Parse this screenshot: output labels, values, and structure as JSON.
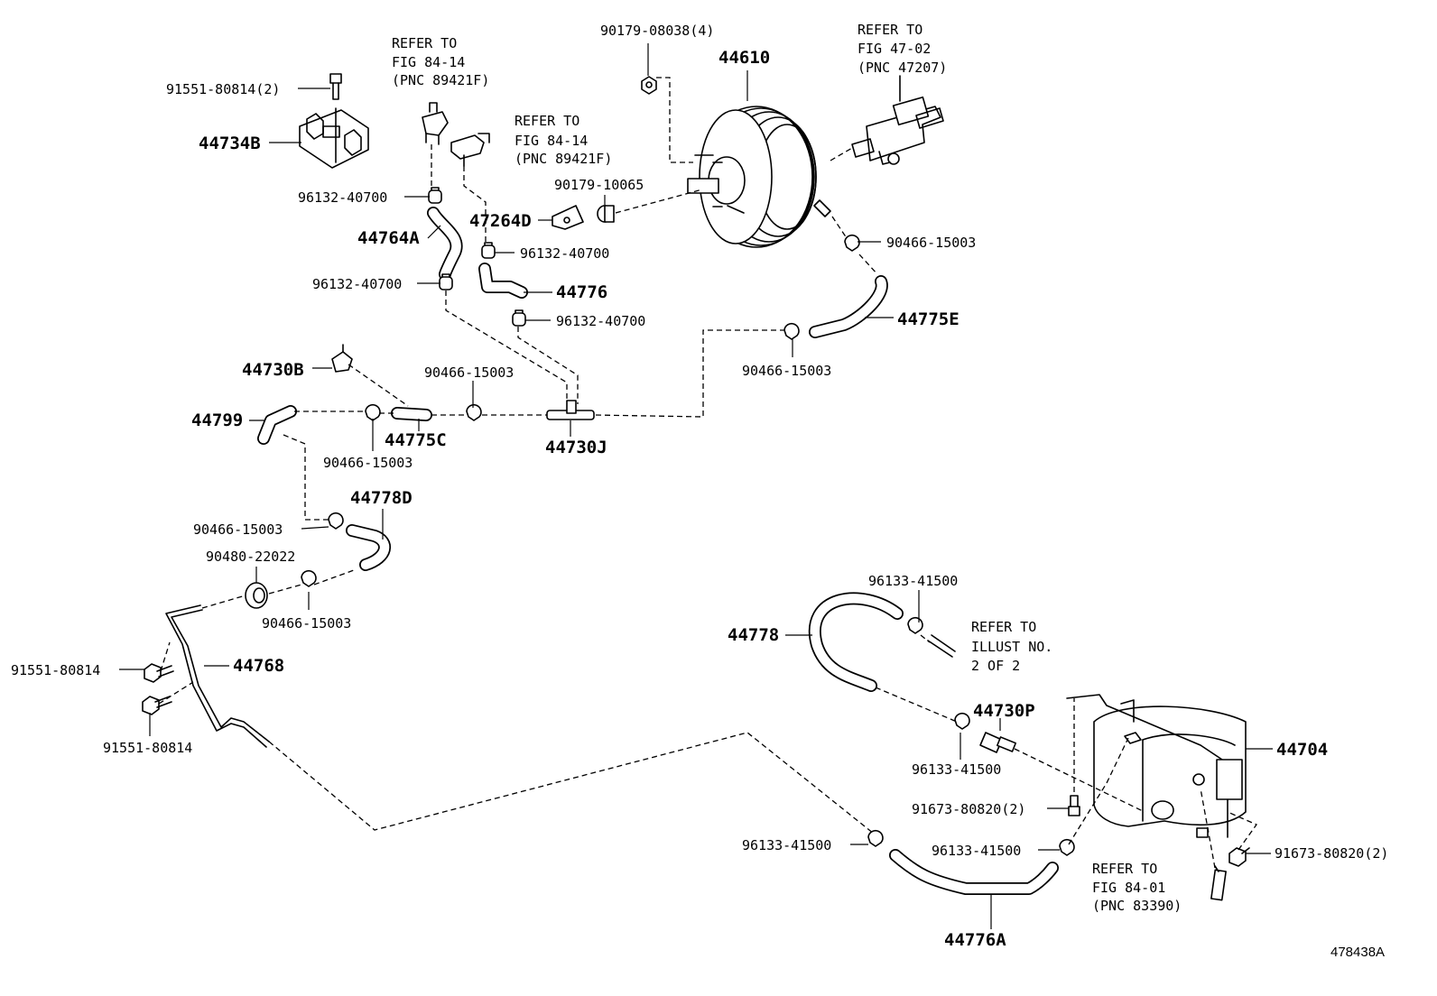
{
  "diagram_id": "478438A",
  "labels": {
    "l_91551_2": "91551-80814(2)",
    "l_44734B": "44734B",
    "l_96132_a": "96132-40700",
    "l_44764A": "44764A",
    "l_96132_b": "96132-40700",
    "l_47264D": "47264D",
    "l_96132_c": "96132-40700",
    "l_44776": "44776",
    "l_96132_d": "96132-40700",
    "l_90179_08038": "90179-08038(4)",
    "l_44610": "44610",
    "l_90179_10065": "90179-10065",
    "l_90466_a": "90466-15003",
    "l_44775E": "44775E",
    "l_90466_b": "90466-15003",
    "l_44730B": "44730B",
    "l_90466_c": "90466-15003",
    "l_44799": "44799",
    "l_44775C": "44775C",
    "l_90466_d": "90466-15003",
    "l_44730J": "44730J",
    "l_44778D": "44778D",
    "l_90466_e": "90466-15003",
    "l_90480": "90480-22022",
    "l_90466_f": "90466-15003",
    "l_91551_a": "91551-80814",
    "l_44768": "44768",
    "l_91551_b": "91551-80814",
    "l_96133_a": "96133-41500",
    "l_44778": "44778",
    "l_44730P": "44730P",
    "l_96133_b": "96133-41500",
    "l_44704": "44704",
    "l_91673_a": "91673-80820(2)",
    "l_91673_b": "91673-80820(2)",
    "l_96133_c": "96133-41500",
    "l_96133_d": "96133-41500",
    "l_44776A": "44776A"
  },
  "refs": {
    "ref_fig84_a": [
      "REFER TO",
      "FIG 84-14",
      "(PNC 89421F)"
    ],
    "ref_fig84_b": [
      "REFER TO",
      "FIG 84-14",
      "(PNC 89421F)"
    ],
    "ref_fig47": [
      "REFER TO",
      "FIG 47-02",
      "(PNC 47207)"
    ],
    "ref_illust": [
      "REFER TO",
      "ILLUST NO.",
      "2 OF 2"
    ],
    "ref_fig8401": [
      "REFER TO",
      "FIG 84-01",
      "(PNC 83390)"
    ]
  }
}
